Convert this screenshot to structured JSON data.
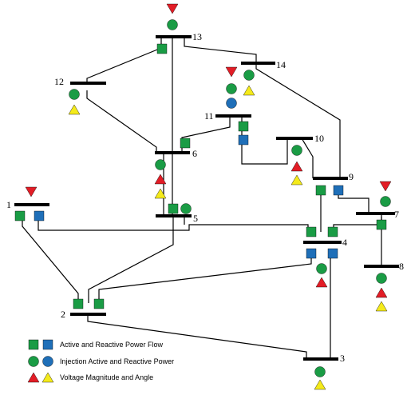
{
  "colors": {
    "green": "#1a9c45",
    "blue": "#1f6fb8",
    "red": "#e21d26",
    "yellow": "#f4ea1b",
    "line": "#000000"
  },
  "buses": [
    {
      "id": "1",
      "label": "1"
    },
    {
      "id": "2",
      "label": "2"
    },
    {
      "id": "3",
      "label": "3"
    },
    {
      "id": "4",
      "label": "4"
    },
    {
      "id": "5",
      "label": "5"
    },
    {
      "id": "6",
      "label": "6"
    },
    {
      "id": "7",
      "label": "7"
    },
    {
      "id": "8",
      "label": "8"
    },
    {
      "id": "9",
      "label": "9"
    },
    {
      "id": "10",
      "label": "10"
    },
    {
      "id": "11",
      "label": "11"
    },
    {
      "id": "12",
      "label": "12"
    },
    {
      "id": "13",
      "label": "13"
    },
    {
      "id": "14",
      "label": "14"
    }
  ],
  "lines": [
    [
      "1",
      "2"
    ],
    [
      "1",
      "5"
    ],
    [
      "2",
      "3"
    ],
    [
      "2",
      "4"
    ],
    [
      "2",
      "5"
    ],
    [
      "3",
      "4"
    ],
    [
      "4",
      "5"
    ],
    [
      "4",
      "7"
    ],
    [
      "4",
      "9"
    ],
    [
      "5",
      "6"
    ],
    [
      "6",
      "11"
    ],
    [
      "6",
      "12"
    ],
    [
      "6",
      "13"
    ],
    [
      "7",
      "8"
    ],
    [
      "7",
      "9"
    ],
    [
      "9",
      "10"
    ],
    [
      "9",
      "14"
    ],
    [
      "10",
      "11"
    ],
    [
      "12",
      "13"
    ],
    [
      "13",
      "14"
    ]
  ],
  "legend": [
    {
      "icon": "squares",
      "text": "Active and Reactive Power Flow"
    },
    {
      "icon": "circles",
      "text": "Injection Active and Reactive Power"
    },
    {
      "icon": "triangles",
      "text": "Voltage Magnitude and Angle"
    }
  ]
}
